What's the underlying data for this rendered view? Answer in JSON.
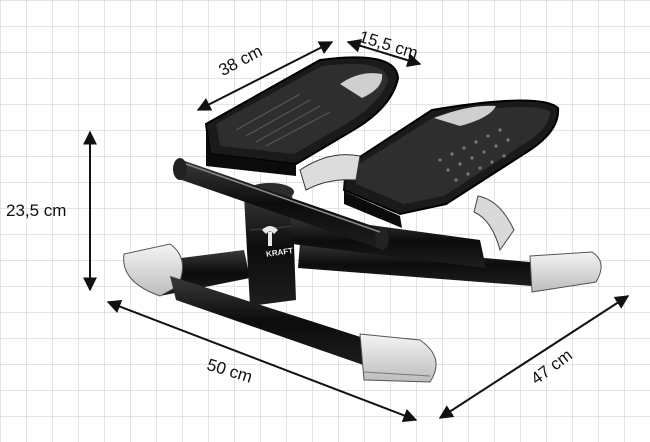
{
  "dimensions": {
    "length_top": "38 cm",
    "width_pedal": "15,5 cm",
    "height": "23,5 cm",
    "base_length": "50 cm",
    "base_width": "47 cm"
  },
  "brand_text": "KRAFT",
  "colors": {
    "grid": "#c8c8c8",
    "body": "#111111",
    "pedal_surface": "#2a2a2a",
    "caps": "#e6e6e6",
    "arrow": "#111111"
  }
}
